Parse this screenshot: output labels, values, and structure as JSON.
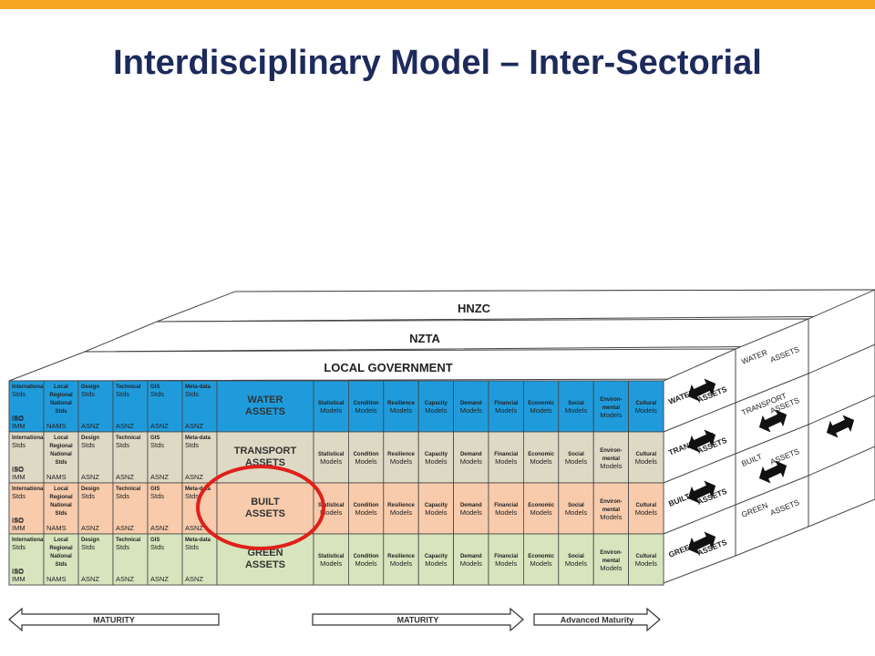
{
  "title": "Interdisciplinary Model – Inter-Sectorial",
  "colors": {
    "topbar": "#f5a623",
    "water": "#1f9bdc",
    "transport": "#ddd9c4",
    "built": "#f7cbac",
    "green": "#d7e4bd",
    "circle": "#e0201b"
  },
  "layers": [
    "HNZC",
    "NZTA",
    "LOCAL GOVERNMENT"
  ],
  "standards_columns": [
    {
      "top": [
        "International",
        "Stds"
      ],
      "bottom": [
        "ISO",
        "IMM"
      ]
    },
    {
      "top": [
        "Local",
        "Regional",
        "National",
        "Stds"
      ],
      "bottom": [
        "NAMS"
      ]
    },
    {
      "top": [
        "Design",
        "Stds"
      ],
      "bottom": [
        "ASNZ"
      ]
    },
    {
      "top": [
        "Technical",
        "Stds"
      ],
      "bottom": [
        "ASNZ"
      ]
    },
    {
      "top": [
        "GIS",
        "Stds"
      ],
      "bottom": [
        "ASNZ"
      ]
    },
    {
      "top": [
        "Meta-data",
        "Stds"
      ],
      "bottom": [
        "ASNZ"
      ]
    }
  ],
  "rows": [
    {
      "name": [
        "WATER",
        "ASSETS"
      ],
      "key": "water",
      "side": [
        "WATER",
        "ASSETS"
      ]
    },
    {
      "name": [
        "TRANSPORT",
        "ASSETS"
      ],
      "key": "transport",
      "side": [
        "TRANSPORT",
        "ASSETS"
      ]
    },
    {
      "name": [
        "BUILT",
        "ASSETS"
      ],
      "key": "built",
      "side": [
        "BUILT",
        "ASSETS"
      ]
    },
    {
      "name": [
        "GREEN",
        "ASSETS"
      ],
      "key": "green",
      "side": [
        "GREEN",
        "ASSETS"
      ]
    }
  ],
  "right_side_labels": [
    [
      "WATER",
      "ASSETS"
    ],
    [
      "TRANSPORT",
      "ASSETS"
    ],
    [
      "BUILT",
      "ASSETS"
    ],
    [
      "GREEN",
      "ASSETS"
    ]
  ],
  "model_columns": [
    [
      "Statistical",
      "Models"
    ],
    [
      "Condition",
      "Models"
    ],
    [
      "Resilience",
      "Models"
    ],
    [
      "Capacity",
      "Models"
    ],
    [
      "Demand",
      "Models"
    ],
    [
      "Financial",
      "Models"
    ],
    [
      "Economic",
      "Models"
    ],
    [
      "Social",
      "Models"
    ],
    [
      "Environ-",
      "mental",
      "Models"
    ],
    [
      "Cultural",
      "Models"
    ]
  ],
  "maturity_arrows": [
    "MATURITY",
    "MATURITY",
    "Advanced Maturity"
  ]
}
